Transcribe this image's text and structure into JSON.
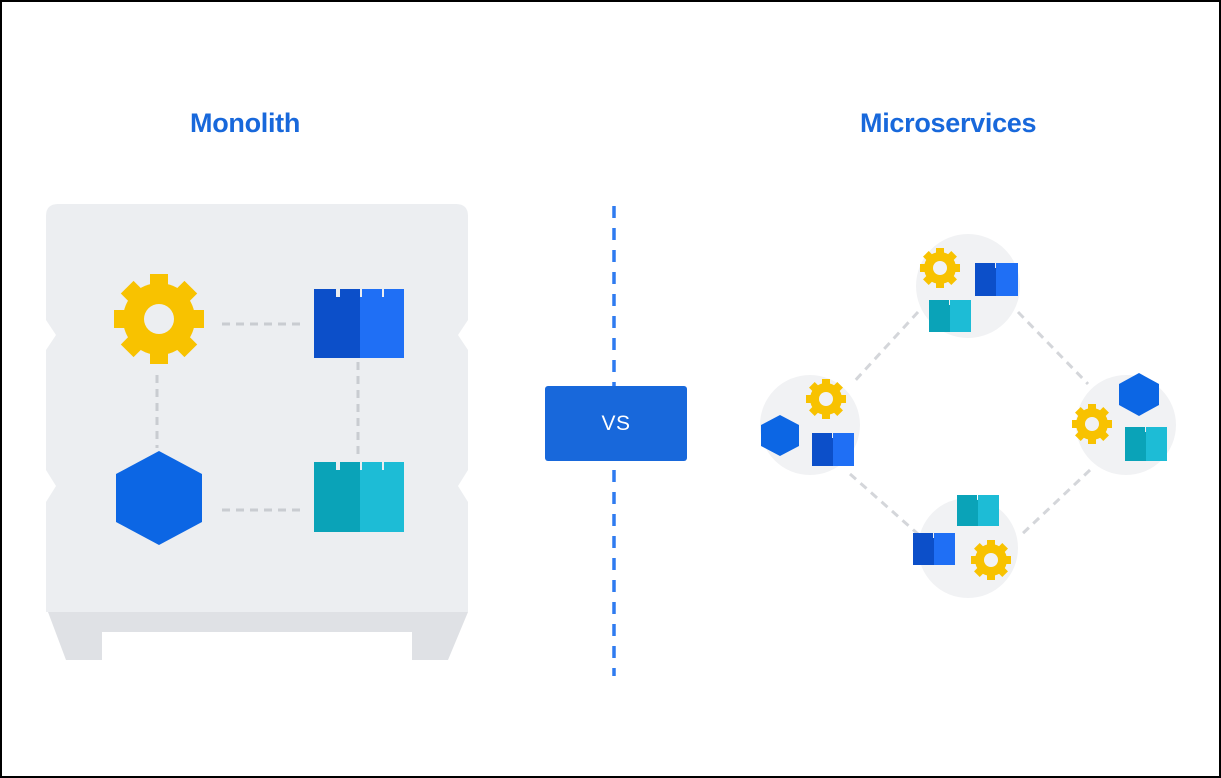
{
  "titles": {
    "left": "Monolith",
    "right": "Microservices"
  },
  "divider": {
    "label": "VS"
  },
  "colors": {
    "brand_blue": "#1868db",
    "bright_blue": "#0c66e4",
    "block_blue_dark": "#0c4fc9",
    "block_blue_light": "#1f6ff5",
    "teal_dark": "#0aa3b8",
    "teal_light": "#1dbcd6",
    "gear_yellow": "#f8c200",
    "panel_gray": "#eceef1",
    "connector_gray": "#d4d6da",
    "node_circle": "#f1f2f4"
  },
  "icons": [
    "gear-icon",
    "block-icon",
    "hexagon-icon"
  ]
}
